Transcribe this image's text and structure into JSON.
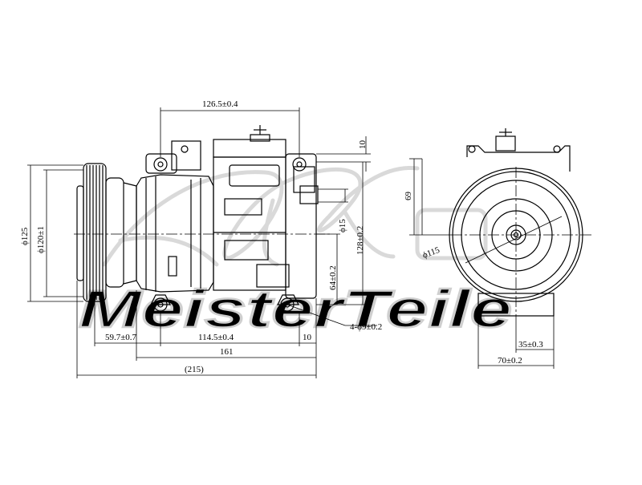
{
  "watermark": {
    "brand": "MeisterTeile",
    "logo_letters": "A.B.S.",
    "color": "#d4d4d4"
  },
  "drawing": {
    "line_color": "#000000",
    "dimensions": {
      "top_length": "126.5±0.4",
      "flange_height": "10",
      "clutch_outer_dia": "ϕ125",
      "clutch_inner_dia": "ϕ120±1",
      "port_dia": "ϕ15",
      "overall_height": "128±0.2",
      "mount_height": "64±0.2",
      "mount_holes": "4-ϕ9±0.2",
      "clutch_offset": "59.7±0.7",
      "mount_spacing": "114.5±0.4",
      "rear_flange": "10",
      "body_length": "161",
      "overall_length": "(215)",
      "end_height": "69",
      "pulley_dia": "ϕ115",
      "half_width": "35±0.3",
      "base_width": "70±0.2"
    }
  }
}
